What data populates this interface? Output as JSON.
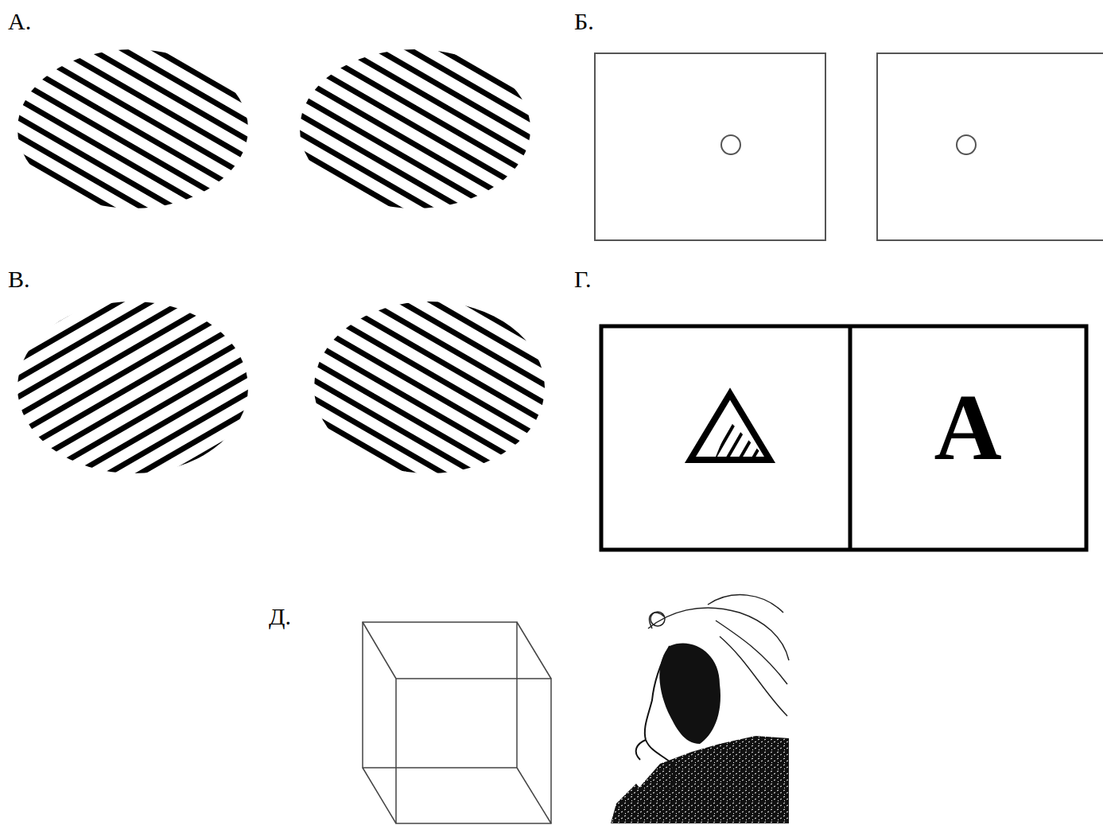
{
  "diagram": {
    "labels": [
      "А.",
      "Б.",
      "В.",
      "Г.",
      "Д.",
      "A"
    ]
  }
}
